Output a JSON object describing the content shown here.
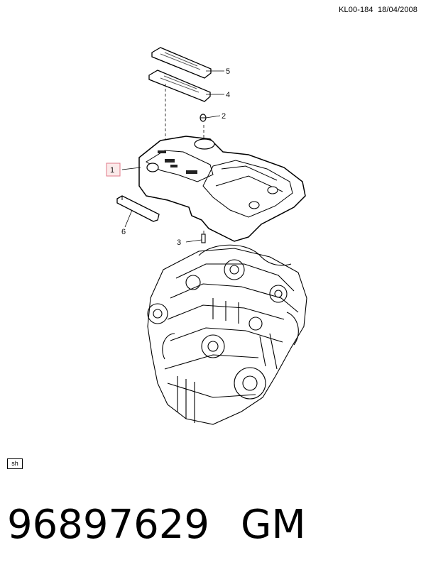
{
  "header": {
    "drawing_code": "KL00-184",
    "date": "18/04/2008"
  },
  "diagram": {
    "callouts": [
      {
        "id": "1",
        "label": "1",
        "highlighted": true
      },
      {
        "id": "2",
        "label": "2",
        "highlighted": false
      },
      {
        "id": "3",
        "label": "3",
        "highlighted": false
      },
      {
        "id": "4",
        "label": "4",
        "highlighted": false
      },
      {
        "id": "5",
        "label": "5",
        "highlighted": false
      },
      {
        "id": "6",
        "label": "6",
        "highlighted": false
      }
    ],
    "highlight_color": "#e07a8a"
  },
  "badge": {
    "text": "sh"
  },
  "footer": {
    "part_number": "96897629",
    "brand": "GM"
  }
}
